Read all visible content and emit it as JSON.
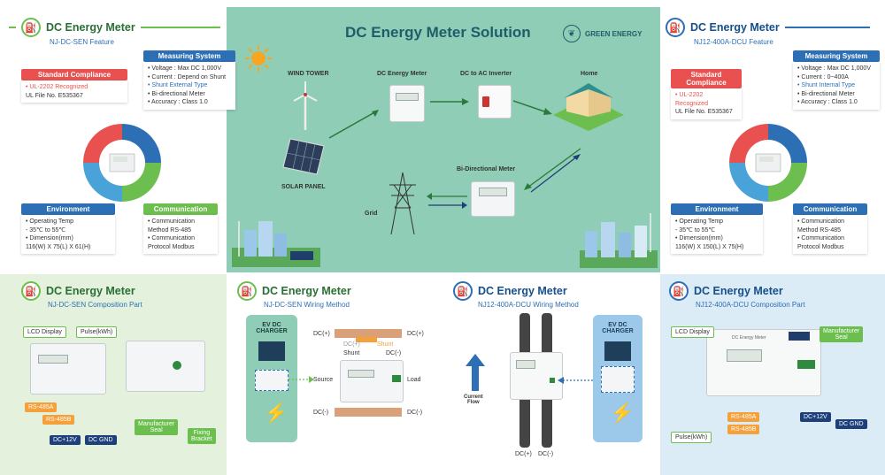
{
  "title": "DC Energy Meter Solution",
  "green_energy": "GREEN ENERGY",
  "left": {
    "title": "DC Energy Meter",
    "sub": "NJ-DC-SEN Feature",
    "std_h": "Standard Compliance",
    "std1": "• UL-2202 Recognized",
    "std2": "UL File No. E535367",
    "ms_h": "Measuring System",
    "ms": [
      "• Voltage : Max DC 1,000V",
      "• Current : Depend on Shunt",
      "• Shunt External Type",
      "• Bi-directional Meter",
      "• Accuracy : Class 1.0"
    ],
    "env_h": "Environment",
    "env": [
      "• Operating Temp",
      "   - 35℃ to 55℃",
      "• Dimension(mm)",
      "   116(W) X 75(L) X 61(H)"
    ],
    "com_h": "Communication",
    "com": [
      "• Communication",
      "   Method RS-485",
      "• Communication",
      "   Protocol Modbus"
    ]
  },
  "right": {
    "title": "DC Energy Meter",
    "sub": "NJ12-400A-DCU Feature",
    "std_h": "Standard Compliance",
    "std1": "• UL-2202 Recognized",
    "std2": "UL File No. E535367",
    "ms_h": "Measuring System",
    "ms": [
      "• Voltage : Max DC 1,000V",
      "• Current : 0~400A",
      "• Shunt Internal Type",
      "• Bi-directional Meter",
      "• Accuracy : Class 1.0"
    ],
    "env_h": "Environment",
    "env": [
      "• Operating Temp",
      "   - 35℃ to 55℃",
      "• Dimension(mm)",
      "   116(W) X 150(L) X 75(H)"
    ],
    "com_h": "Communication",
    "com": [
      "• Communication",
      "   Method RS-485",
      "• Communication",
      "   Protocol Modbus"
    ]
  },
  "center": {
    "wind": "WIND TOWER",
    "solar": "SOLAR PANEL",
    "meter": "DC Energy Meter",
    "inverter": "DC to AC Inverter",
    "home": "Home",
    "bidir": "Bi-Directional Meter",
    "grid": "Grid"
  },
  "p1": {
    "title": "DC Energy Meter",
    "sub": "NJ-DC-SEN Composition Part",
    "lcd": "LCD Display",
    "pulse": "Pulse(kWh)",
    "rs485a": "RS-485A",
    "rs485b": "RS-485B",
    "dc12": "DC+12V",
    "gnd": "DC GND",
    "seal": "Manufacturer\nSeal",
    "bracket": "Fixing\nBracket"
  },
  "p2": {
    "title": "DC Energy Meter",
    "sub": "NJ-DC-SEN Wiring Method",
    "ev": "EV DC\nCHARGER",
    "source": "Source",
    "load": "Load",
    "dcp1": "DC(+)",
    "dcp2": "DC(+)",
    "dcn1": "DC(-)",
    "dcn2": "DC(-)",
    "shunt1": "Shunt",
    "shunt2": "Shunt",
    "dcpl": "DC(+)",
    "dcnl": "DC(-)"
  },
  "p3": {
    "title": "DC Energy Meter",
    "sub": "NJ12-400A-DCU Wiring Method",
    "ev": "EV DC\nCHARGER",
    "current": "Current\nFlow",
    "dcp": "DC(+)",
    "dcn": "DC(-)"
  },
  "p4": {
    "title": "DC Energy Meter",
    "sub": "NJ12-400A-DCU Composition Part",
    "lcd": "LCD Display",
    "seal": "Manufacturer\nSeal",
    "rs485a": "RS-485A",
    "rs485b": "RS-485B",
    "dc12": "DC+12V",
    "gnd": "DC GND",
    "pulse": "Pulse(kWh)",
    "meter_label": "DC Energy Meter"
  },
  "colors": {
    "teal_bg": "#8fcdb6",
    "green": "#6cbf4e",
    "blue": "#2d6fb5",
    "red": "#e8514f",
    "navy": "#1d3f7a",
    "orange": "#f4a03b"
  }
}
